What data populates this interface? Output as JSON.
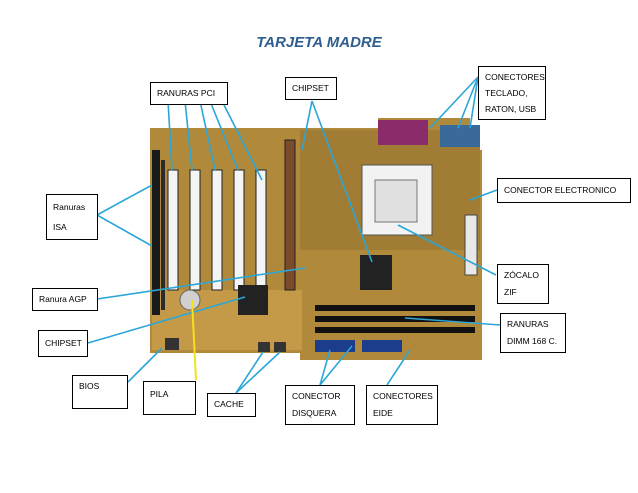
{
  "title": "TARJETA MADRE",
  "labels": {
    "ranuras_pci": "RANURAS PCI",
    "chipset_top": "CHIPSET",
    "conectores_teclado": [
      "CONECTORES",
      "TECLADO,",
      "RATON, USB"
    ],
    "conector_electronico": "CONECTOR ELECTRONICO",
    "ranuras_isa": [
      "Ranuras",
      "ISA"
    ],
    "ranura_agp": "Ranura AGP",
    "chipset_left": "CHIPSET",
    "zocalo_zif": [
      "ZÓCALO",
      "ZIF"
    ],
    "ranuras_dimm": [
      "RANURAS",
      "DIMM 168 C."
    ],
    "bios": "BIOS",
    "pila": "PILA",
    "cache": "CACHE",
    "conector_disquera": [
      "CONECTOR",
      "DISQUERA"
    ],
    "conectores_eide": [
      "CONECTORES",
      "EIDE"
    ]
  },
  "colors": {
    "title": "#2f5d8f",
    "leader_line": "#2aa6d8",
    "pila_line": "#f2e21a",
    "board": "#b08a3a"
  }
}
